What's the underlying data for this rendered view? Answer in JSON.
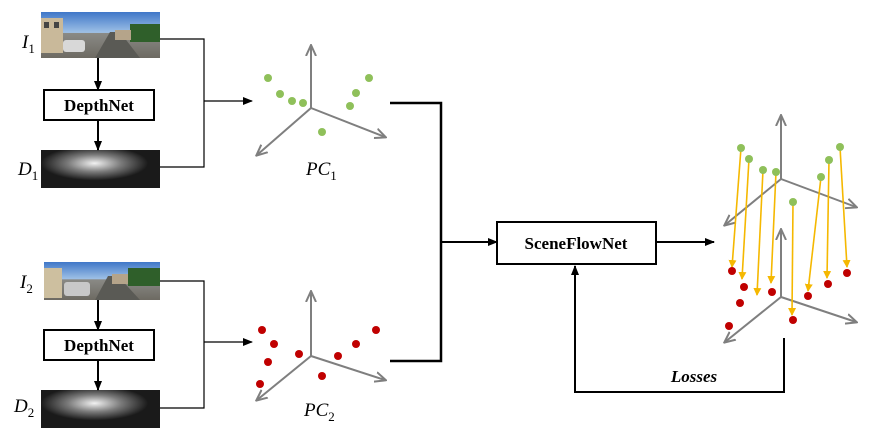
{
  "frame1": {
    "label": "I",
    "sub": "1",
    "depth_label": "D",
    "depth_sub": "1"
  },
  "frame2": {
    "label": "I",
    "sub": "2",
    "depth_label": "D",
    "depth_sub": "2"
  },
  "depthnet_1": "DepthNet",
  "depthnet_2": "DepthNet",
  "pc1": {
    "label": "PC",
    "sub": "1"
  },
  "pc2": {
    "label": "PC",
    "sub": "2"
  },
  "sceneflownet": "SceneFlowNet",
  "losses": "Losses",
  "colors": {
    "green_point": "#8fc05a",
    "red_point": "#c00000",
    "flow_arrow": "#f5b800",
    "axis": "#7f7f7f",
    "line": "#000000"
  }
}
